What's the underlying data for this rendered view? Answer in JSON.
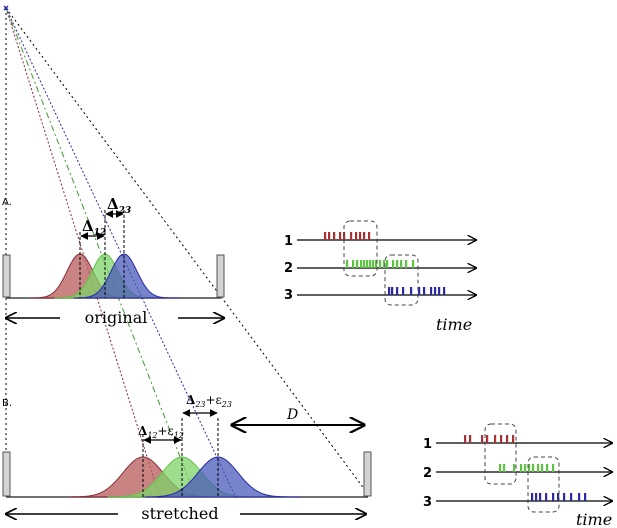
{
  "panel_a": {
    "tag": "A.",
    "delta_12": "Δ",
    "delta_12_sub": "12",
    "delta_23": "Δ",
    "delta_23_sub": "23",
    "span_label": "original"
  },
  "panel_b": {
    "tag": "B.",
    "delta_12": "Δ",
    "delta_12_sub": "12",
    "delta_12_eps": "+ε",
    "delta_12_eps_sub": "12",
    "delta_23": "Δ",
    "delta_23_sub": "23",
    "delta_23_eps": "+ε",
    "delta_23_eps_sub": "23",
    "distance_label": "D",
    "span_label": "stretched"
  },
  "spike_trains_top": {
    "rows": [
      "1",
      "2",
      "3"
    ],
    "time_label": "time"
  },
  "spike_trains_bottom": {
    "rows": [
      "1",
      "2",
      "3"
    ],
    "time_label": "time"
  },
  "colors": {
    "cell1": "#a83232",
    "cell2": "#5fc443",
    "cell3": "#2a2aa8",
    "fill1": "#b85a5a",
    "fill2": "#7fd26a",
    "fill3": "#4a59b8"
  }
}
